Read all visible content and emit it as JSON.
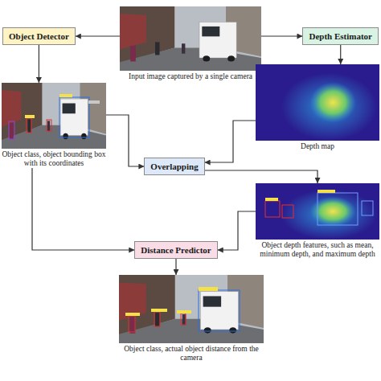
{
  "diagram": {
    "nodes": [
      {
        "text": [
          "Input image captured by a single camera"
        ]
      },
      {
        "text": [
          "Object Detector"
        ]
      },
      {
        "text": [
          "Depth Estimator"
        ]
      },
      {
        "text": [
          "Object class, object bounding box with its coordinates"
        ]
      },
      {
        "text": [
          "Depth map"
        ]
      },
      {
        "text": [
          "Overlapping"
        ]
      },
      {
        "text": [
          "Object depth features, such as mean, minimum depth, and maximum depth"
        ]
      },
      {
        "text": [
          "Distance Predictor"
        ]
      },
      {
        "text": [
          "Object class, actual object distance from the camera"
        ]
      }
    ],
    "edges": [
      {
        "from": 0,
        "to": 1,
        "arrow": "to"
      },
      {
        "from": 0,
        "to": 2,
        "arrow": "to"
      },
      {
        "from": 1,
        "to": 3,
        "arrow": "to"
      },
      {
        "from": 2,
        "to": 4,
        "arrow": "to"
      },
      {
        "from": 3,
        "to": 5,
        "arrow": "to"
      },
      {
        "from": 4,
        "to": 5,
        "arrow": "to"
      },
      {
        "from": 5,
        "to": 6,
        "arrow": "to"
      },
      {
        "from": 3,
        "to": 7,
        "arrow": "to"
      },
      {
        "from": 6,
        "to": 7,
        "arrow": "to"
      },
      {
        "from": 7,
        "to": 8,
        "arrow": "to"
      }
    ]
  }
}
